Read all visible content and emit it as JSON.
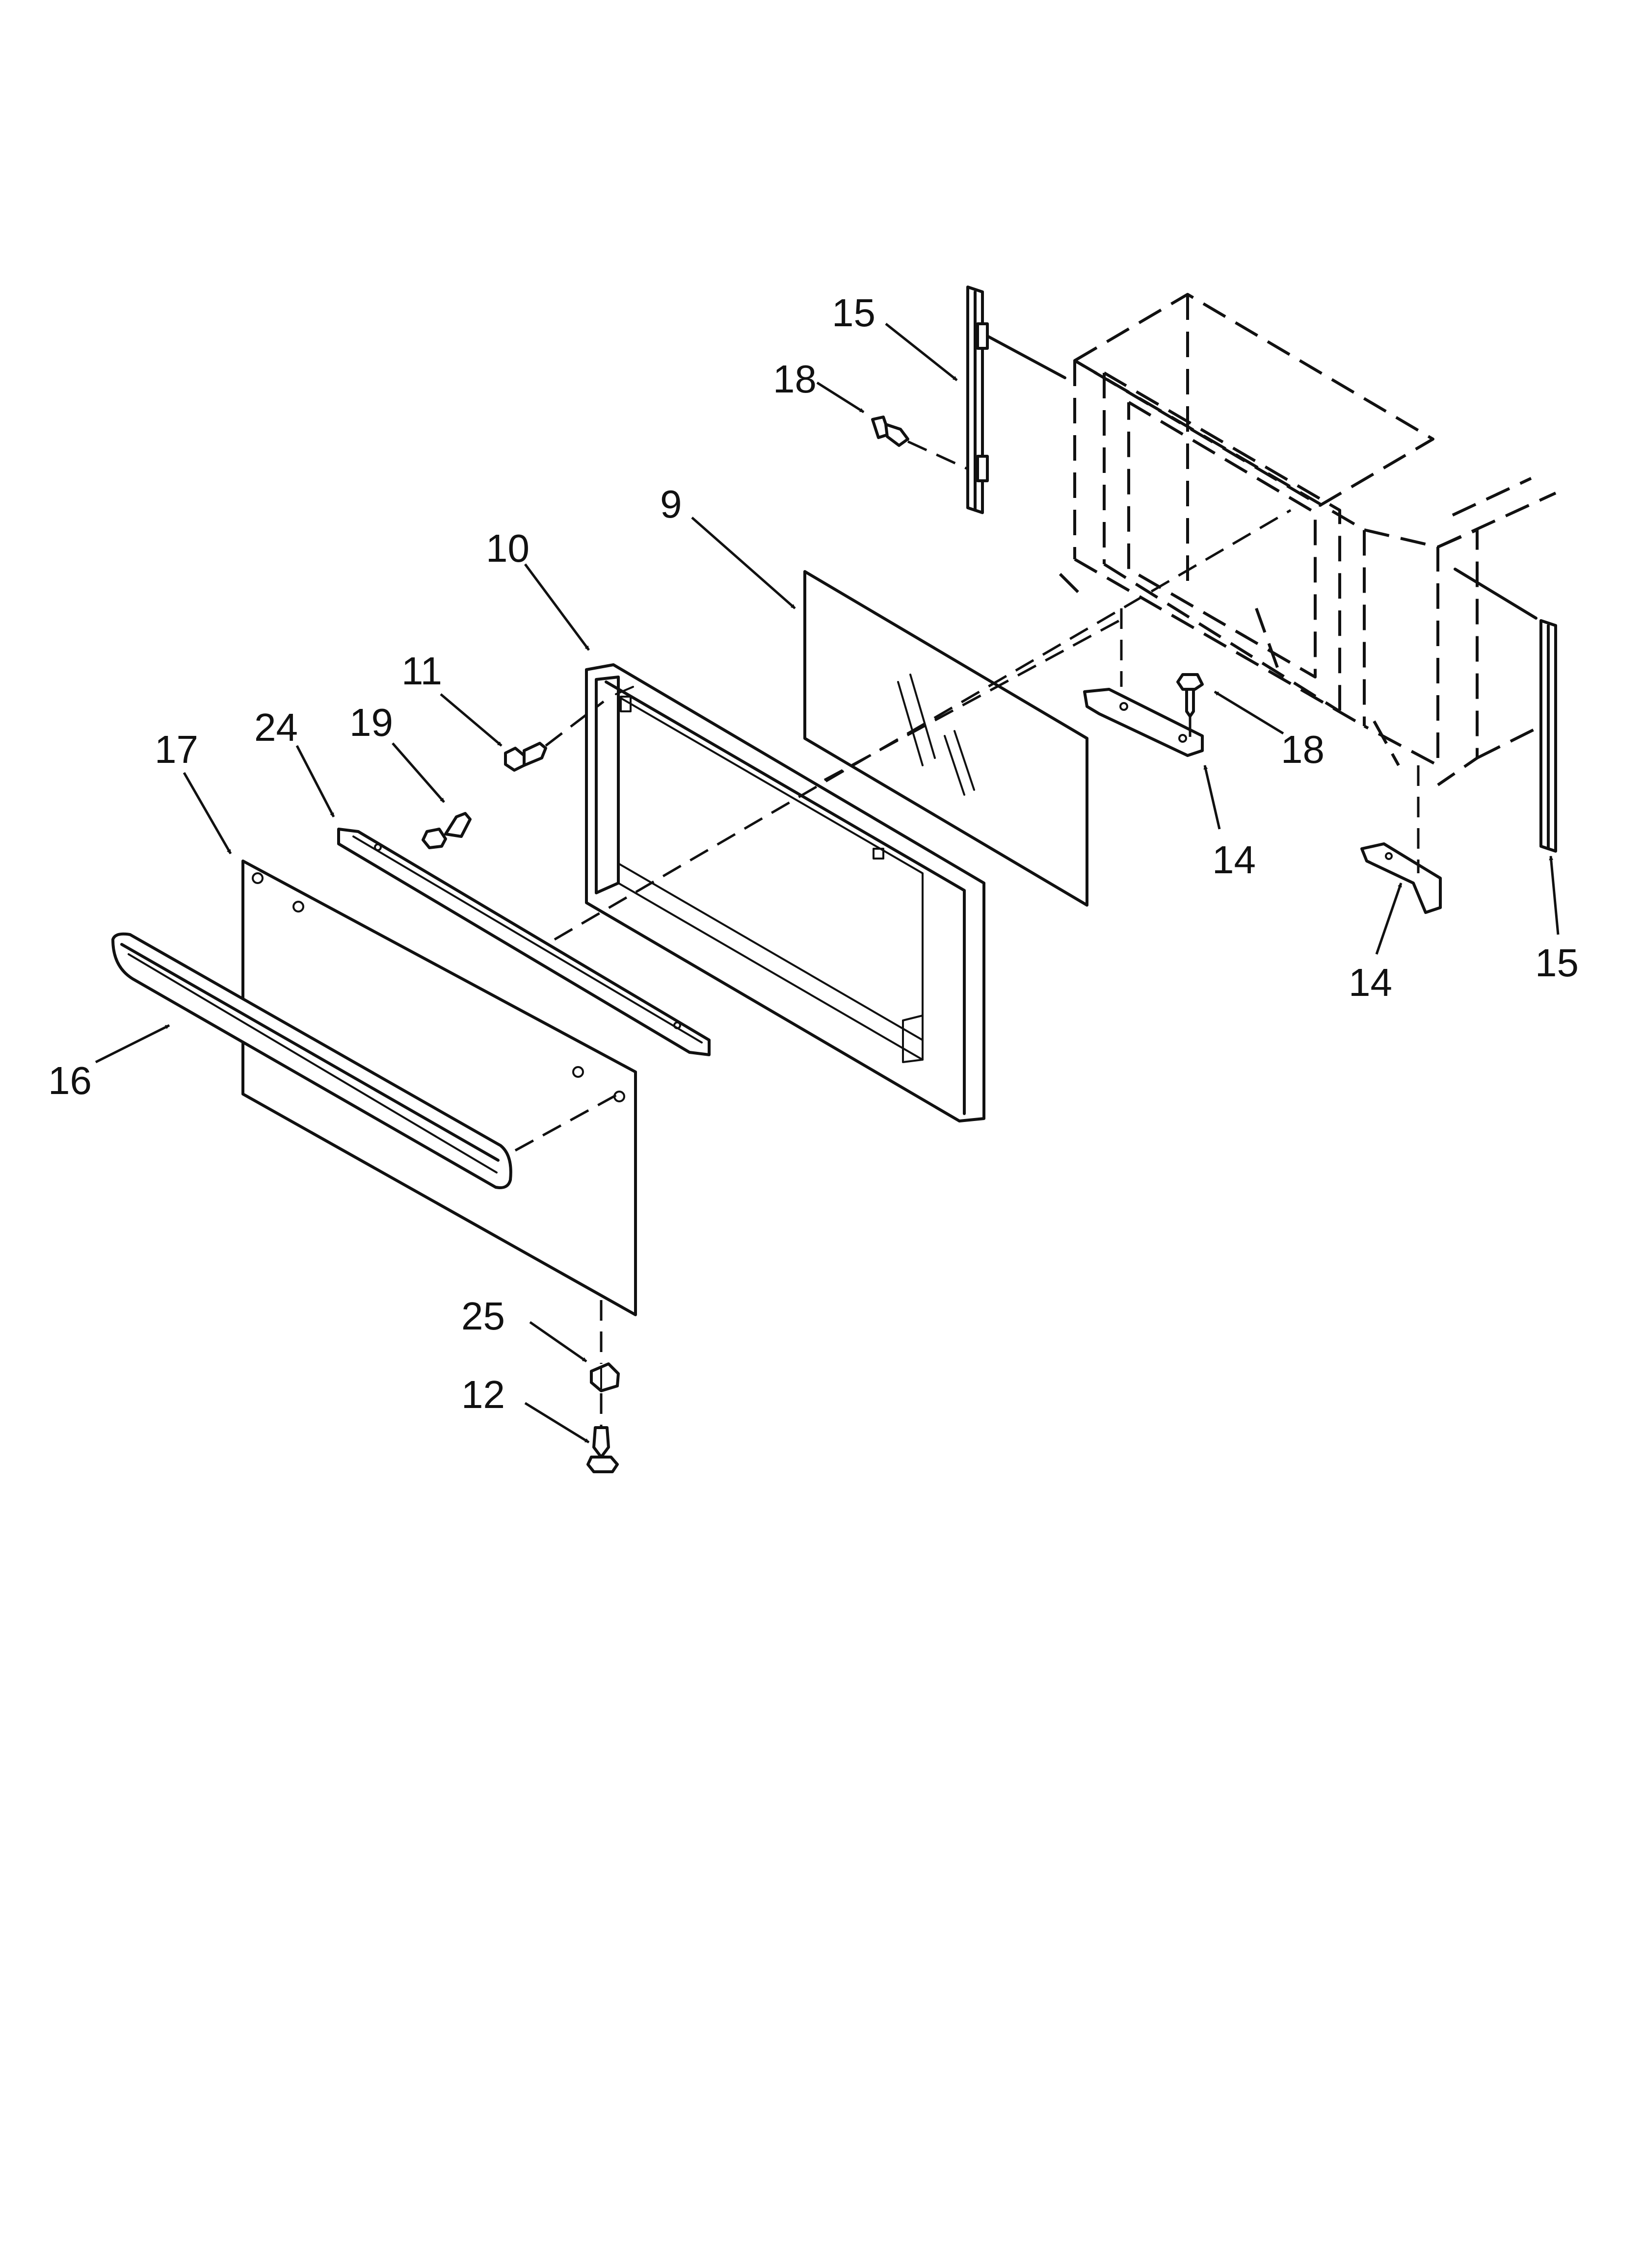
{
  "callouts": {
    "c15a": "15",
    "c18a": "18",
    "c9": "9",
    "c10": "10",
    "c11": "11",
    "c19": "19",
    "c24": "24",
    "c17": "17",
    "c16": "16",
    "c18b": "18",
    "c14a": "14",
    "c14b": "14",
    "c15b": "15",
    "c25": "25",
    "c12": "12"
  },
  "colors": {
    "ink": "#111111",
    "paper": "#ffffff"
  }
}
